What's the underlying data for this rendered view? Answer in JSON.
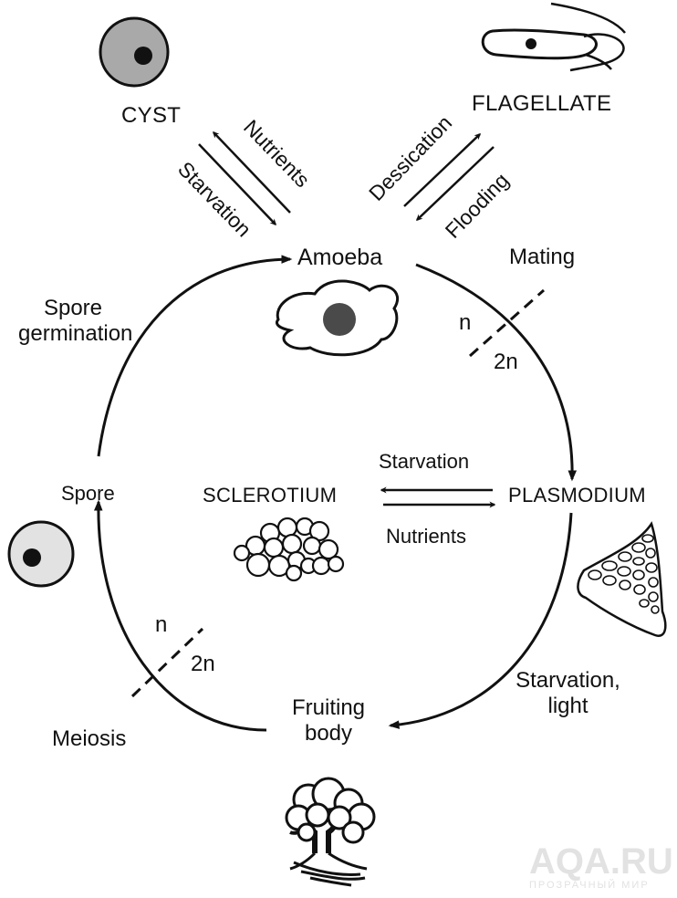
{
  "stages": {
    "cyst": "CYST",
    "flagellate": "FLAGELLATE",
    "amoeba": "Amoeba",
    "plasmodium": "PLASMODIUM",
    "sclerotium": "SCLEROTIUM",
    "fruiting_body_line1": "Fruiting",
    "fruiting_body_line2": "body",
    "spore": "Spore"
  },
  "transitions": {
    "cyst_to_amoeba": "Nutrients",
    "amoeba_to_cyst": "Starvation",
    "amoeba_to_flagellate": "Dessication",
    "flagellate_to_amoeba": "Flooding",
    "mating": "Mating",
    "plasmodium_to_sclerotium": "Starvation",
    "sclerotium_to_plasmodium": "Nutrients",
    "fruiting_line1": "Starvation,",
    "fruiting_line2": "light",
    "meiosis": "Meiosis",
    "germination_line1": "Spore",
    "germination_line2": "germination"
  },
  "ploidy": {
    "haploid": "n",
    "diploid": "2n"
  },
  "watermark": {
    "brand": "AQA.RU",
    "tagline": "ПРОЗРАЧНЫЙ МИР"
  }
}
